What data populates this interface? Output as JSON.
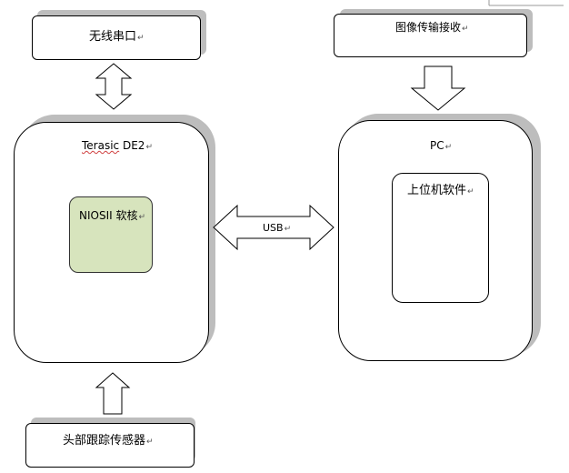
{
  "diagram": {
    "wireless_serial": {
      "label": "无线串口"
    },
    "image_receive": {
      "label": "图像传输接收"
    },
    "fpga_board": {
      "label": "Terasic DE2",
      "label_name": "Terasic",
      "label_model": " DE2"
    },
    "nios_core": {
      "label": "NIOSII 软核"
    },
    "pc": {
      "label": "PC"
    },
    "host_software": {
      "label": "上位机软件"
    },
    "usb_link": {
      "label": "USB"
    },
    "head_sensor": {
      "label": "头部跟踪传感器"
    },
    "paragraph_mark": "↵"
  },
  "colors": {
    "nios_fill": "#d7e4bd",
    "shadow": "#bdbdbd",
    "stroke": "#000000"
  }
}
